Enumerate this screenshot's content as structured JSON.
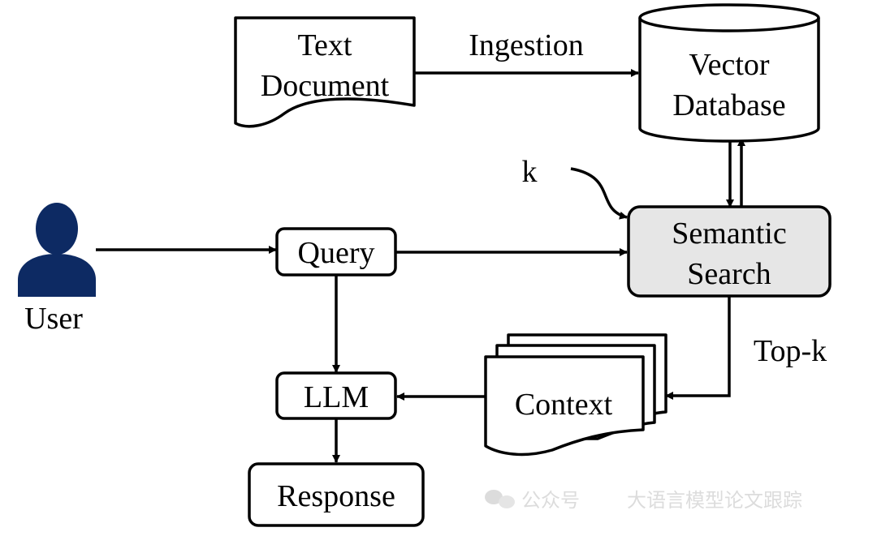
{
  "nodes": {
    "text_document": [
      "Text",
      "Document"
    ],
    "vector_database": [
      "Vector",
      "Database"
    ],
    "semantic_search": [
      "Semantic",
      "Search"
    ],
    "query": "Query",
    "llm": "LLM",
    "response": "Response",
    "context": "Context",
    "user": "User"
  },
  "edges": {
    "ingestion": "Ingestion",
    "k": "k",
    "top_k": "Top-k"
  },
  "watermark": {
    "channel": "公众号",
    "name": "大语言模型论文跟踪"
  }
}
